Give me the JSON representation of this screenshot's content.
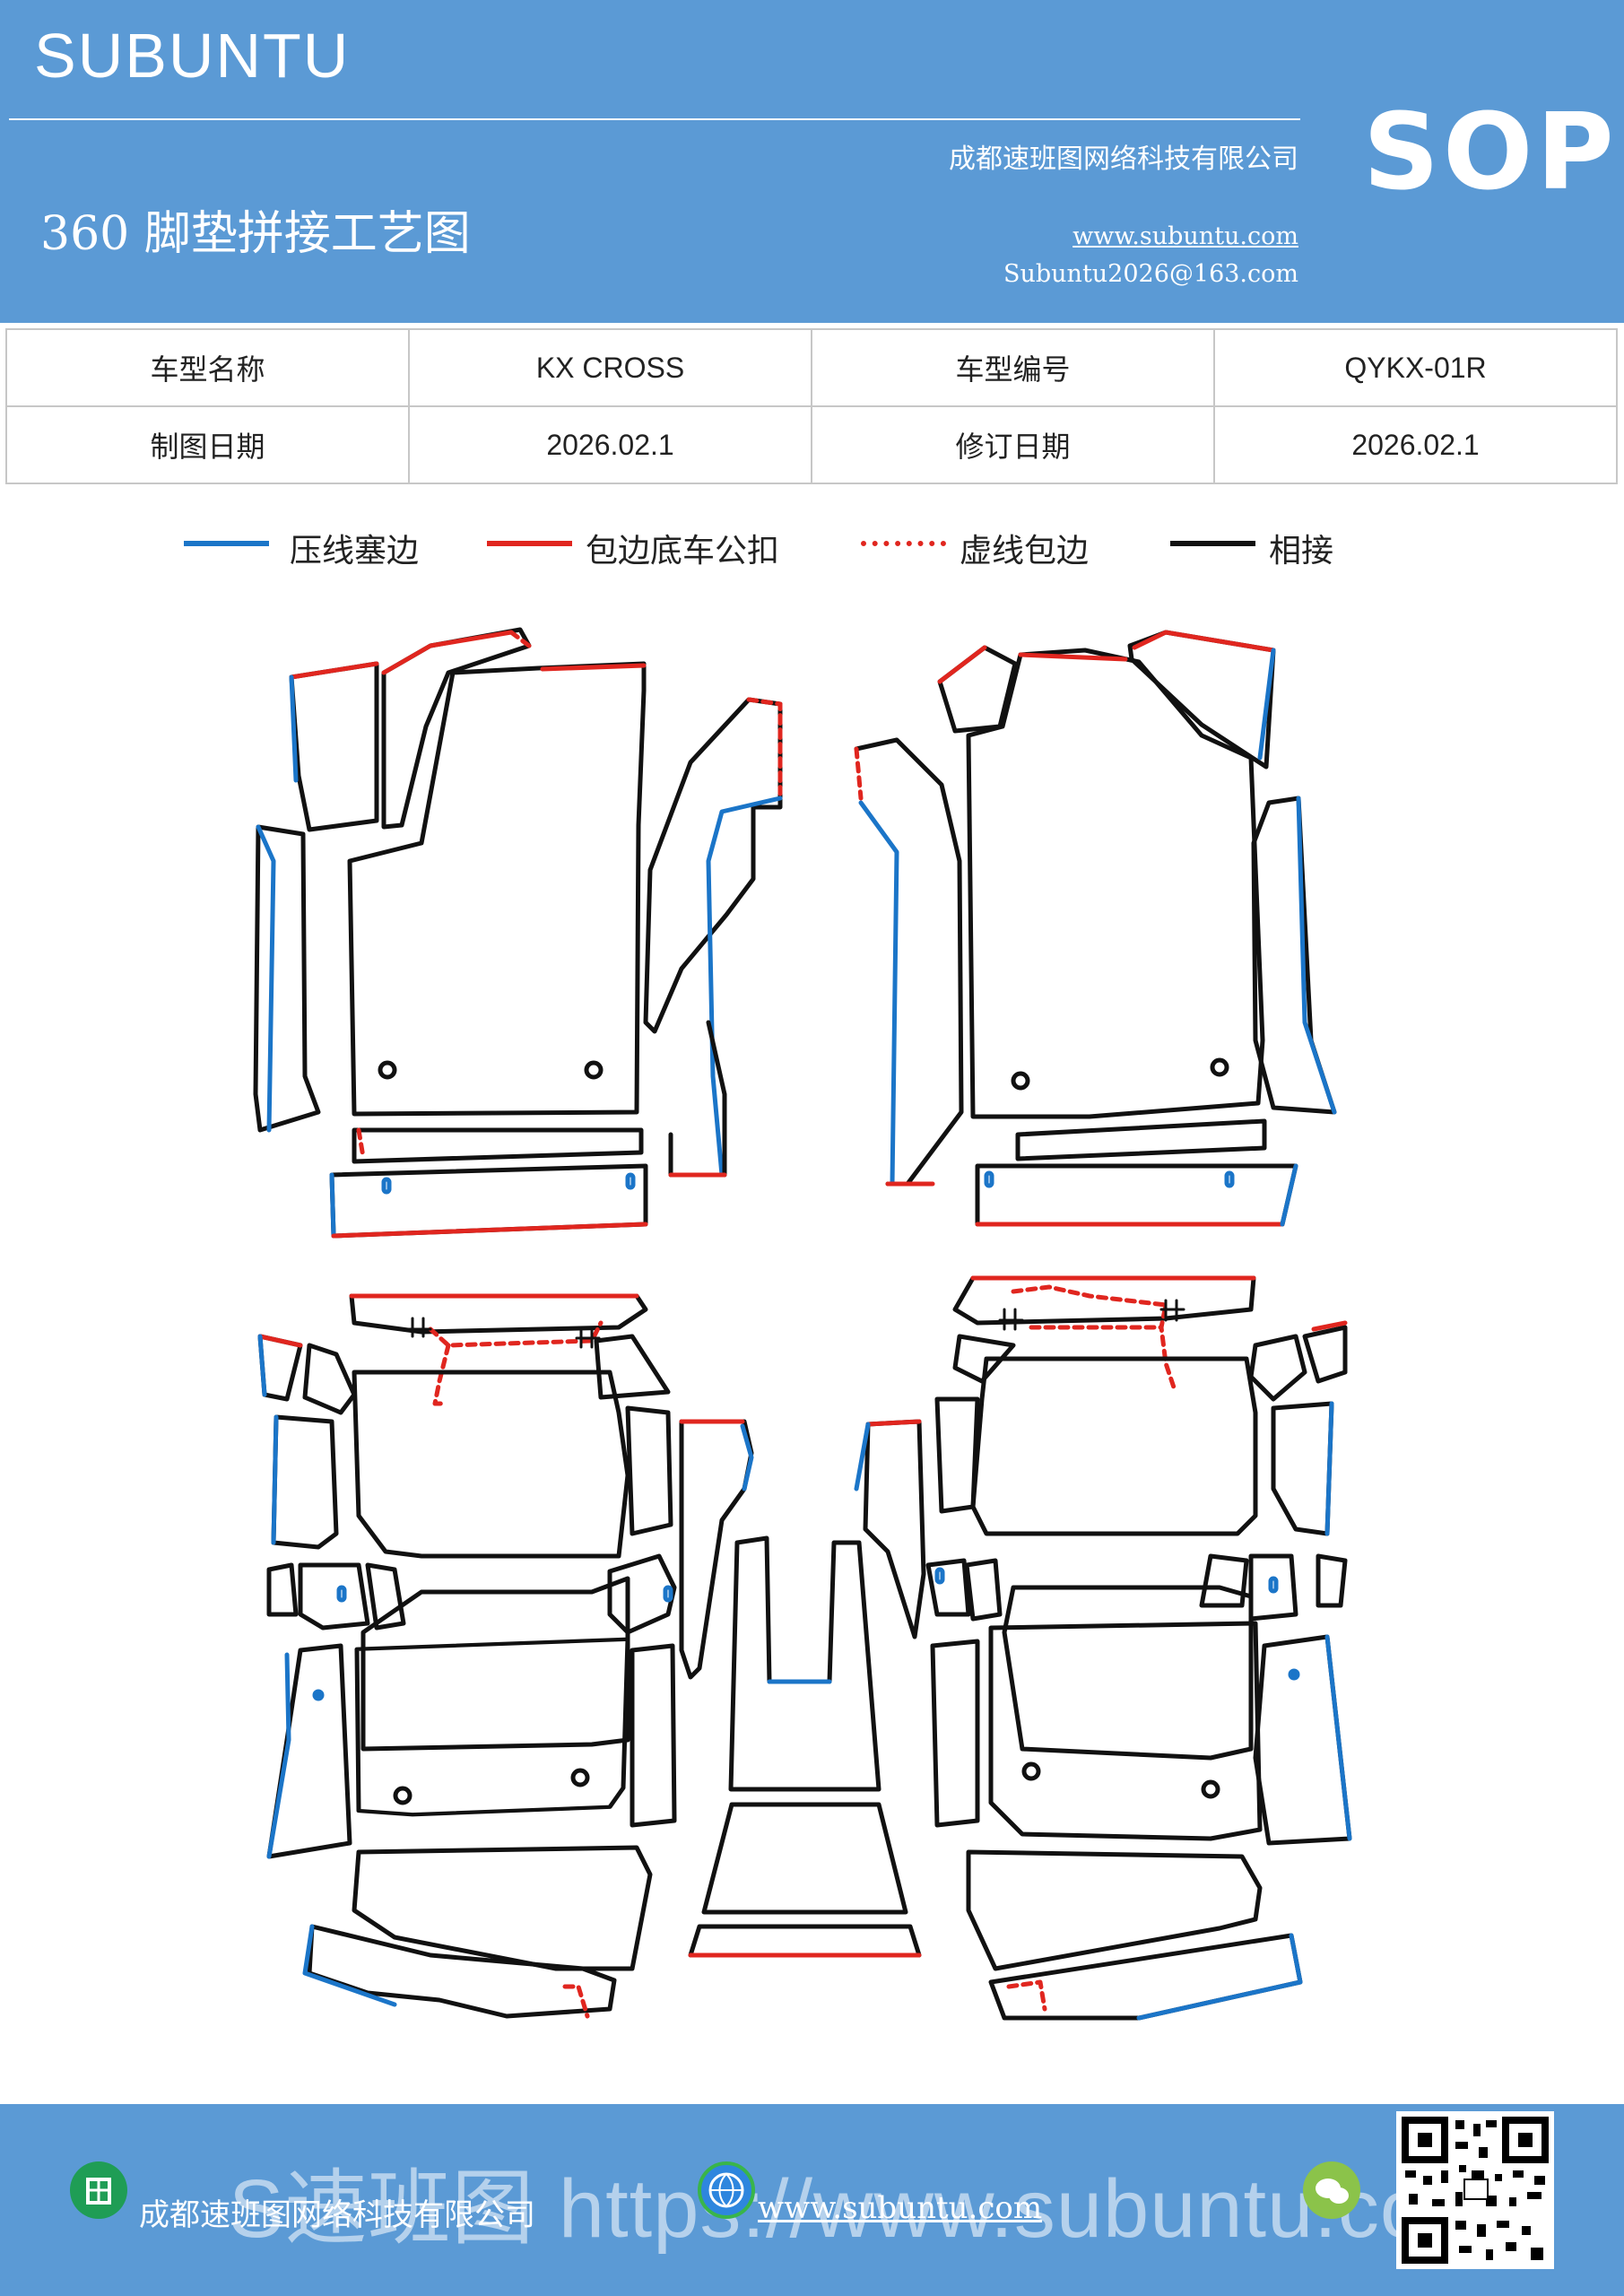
{
  "header": {
    "brand": "SUBUNTU",
    "sop": "SOP",
    "company": "成都速班图网络科技有限公司",
    "title": "360 脚垫拼接工艺图",
    "website": "www.subuntu.com",
    "email": "Subuntu2026@163.com"
  },
  "info_table": {
    "rows": [
      [
        "车型名称",
        "KX  CROSS",
        "车型编号",
        "QYKX-01R"
      ],
      [
        "制图日期",
        "2026.02.1",
        "修订日期",
        "2026.02.1"
      ]
    ]
  },
  "legend": [
    {
      "label": "压线塞边",
      "color": "#1b75c8",
      "style": "solid"
    },
    {
      "label": "包边底车公扣",
      "color": "#e0261f",
      "style": "solid"
    },
    {
      "label": "虚线包边",
      "color": "#e0261f",
      "style": "dashed"
    },
    {
      "label": "相接",
      "color": "#111111",
      "style": "solid"
    }
  ],
  "colors": {
    "header_bg": "#5b9ad5",
    "blue_edge": "#1b75c8",
    "red_edge": "#e0261f",
    "black_edge": "#111111"
  },
  "footer": {
    "company": "成都速班图网络科技有限公司",
    "website": "www.subuntu.com",
    "overlay": "S速班图 https://www.subuntu.com"
  }
}
